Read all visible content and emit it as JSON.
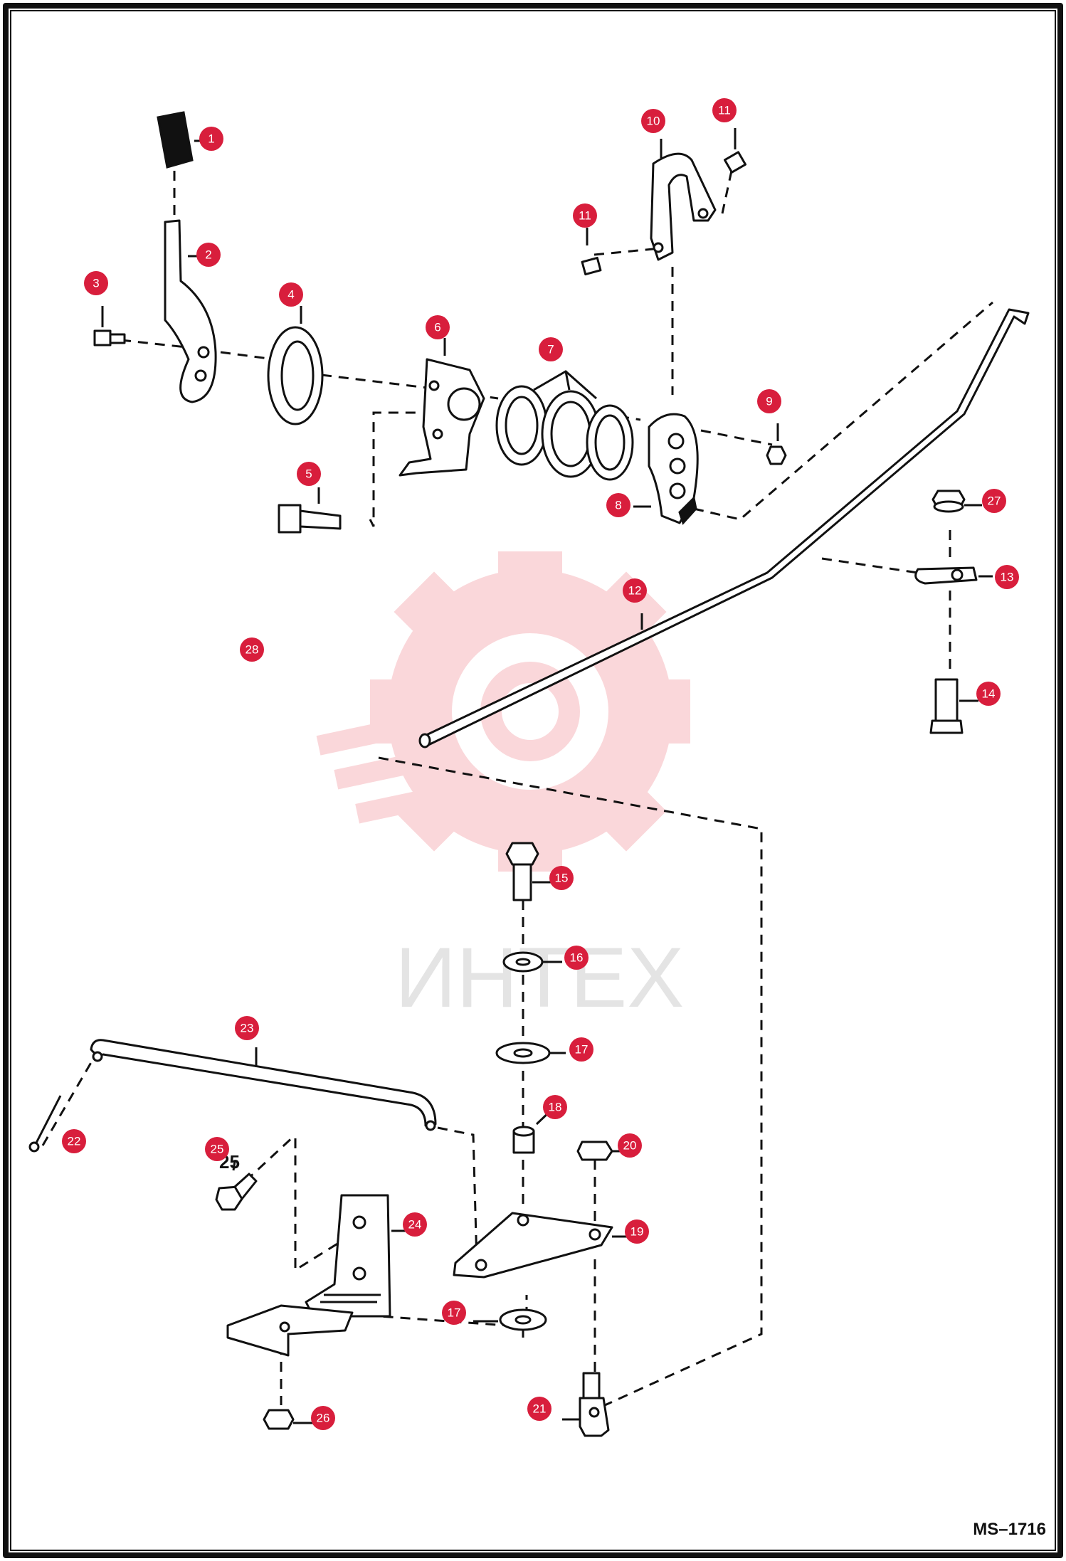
{
  "drawing_code": "MS–1716",
  "watermark": {
    "text": "ИНТЕХ",
    "color": "#f6b8bc"
  },
  "badge_color": "#d81e3c",
  "callouts": [
    "1",
    "2",
    "3",
    "4",
    "5",
    "6",
    "7",
    "8",
    "9",
    "10",
    "11",
    "11",
    "12",
    "13",
    "14",
    "15",
    "16",
    "17",
    "17",
    "18",
    "19",
    "20",
    "21",
    "22",
    "23",
    "24",
    "25",
    "26",
    "27",
    "28"
  ],
  "plain_numbers": [
    "25"
  ]
}
